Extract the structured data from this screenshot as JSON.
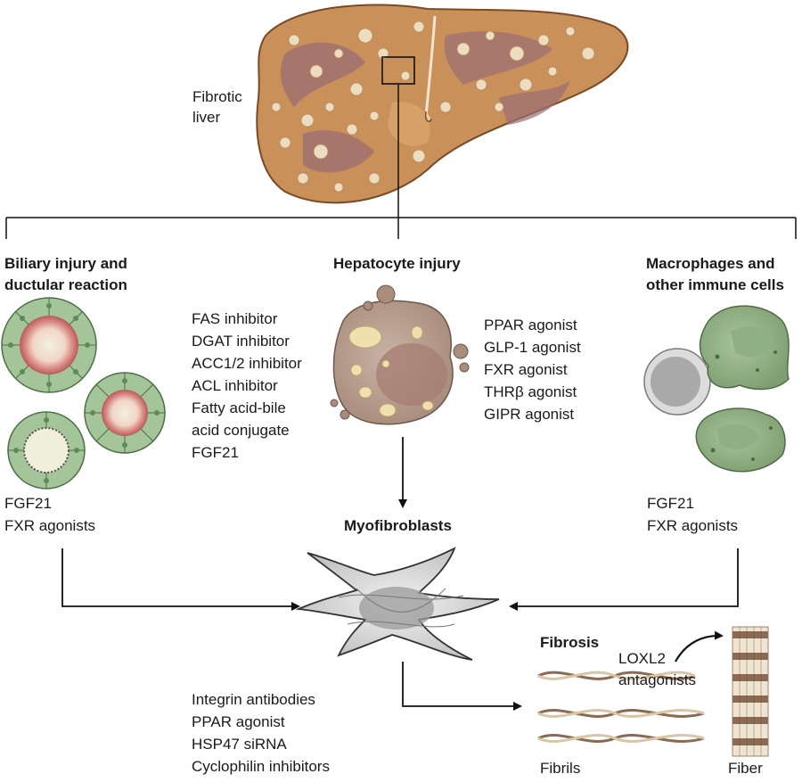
{
  "liver": {
    "label_line1": "Fibrotic",
    "label_line2": "liver"
  },
  "biliary": {
    "title_line1": "Biliary injury and",
    "title_line2": "ductular reaction",
    "treatments": [
      "FGF21",
      "FXR agonists"
    ]
  },
  "hepatocyte": {
    "title": "Hepatocyte injury",
    "left_treatments": [
      "FAS inhibitor",
      "DGAT inhibitor",
      "ACC1/2 inhibitor",
      "ACL inhibitor",
      "Fatty acid-bile",
      "acid conjugate",
      "FGF21"
    ],
    "right_treatments": [
      "PPAR agonist",
      "GLP-1 agonist",
      "FXR agonist",
      "THRβ agonist",
      "GIPR agonist"
    ]
  },
  "immune": {
    "title_line1": "Macrophages and",
    "title_line2": "other immune cells",
    "treatments": [
      "FGF21",
      "FXR agonists"
    ]
  },
  "myofibroblasts": {
    "title": "Myofibroblasts",
    "treatments": [
      "Integrin antibodies",
      "PPAR agonist",
      "HSP47 siRNA",
      "Cyclophilin inhibitors"
    ]
  },
  "fibrosis": {
    "title": "Fibrosis",
    "loxl2_line1": "LOXL2",
    "loxl2_line2": "antagonists",
    "fibrils_label": "Fibrils",
    "fiber_label": "Fiber"
  }
}
